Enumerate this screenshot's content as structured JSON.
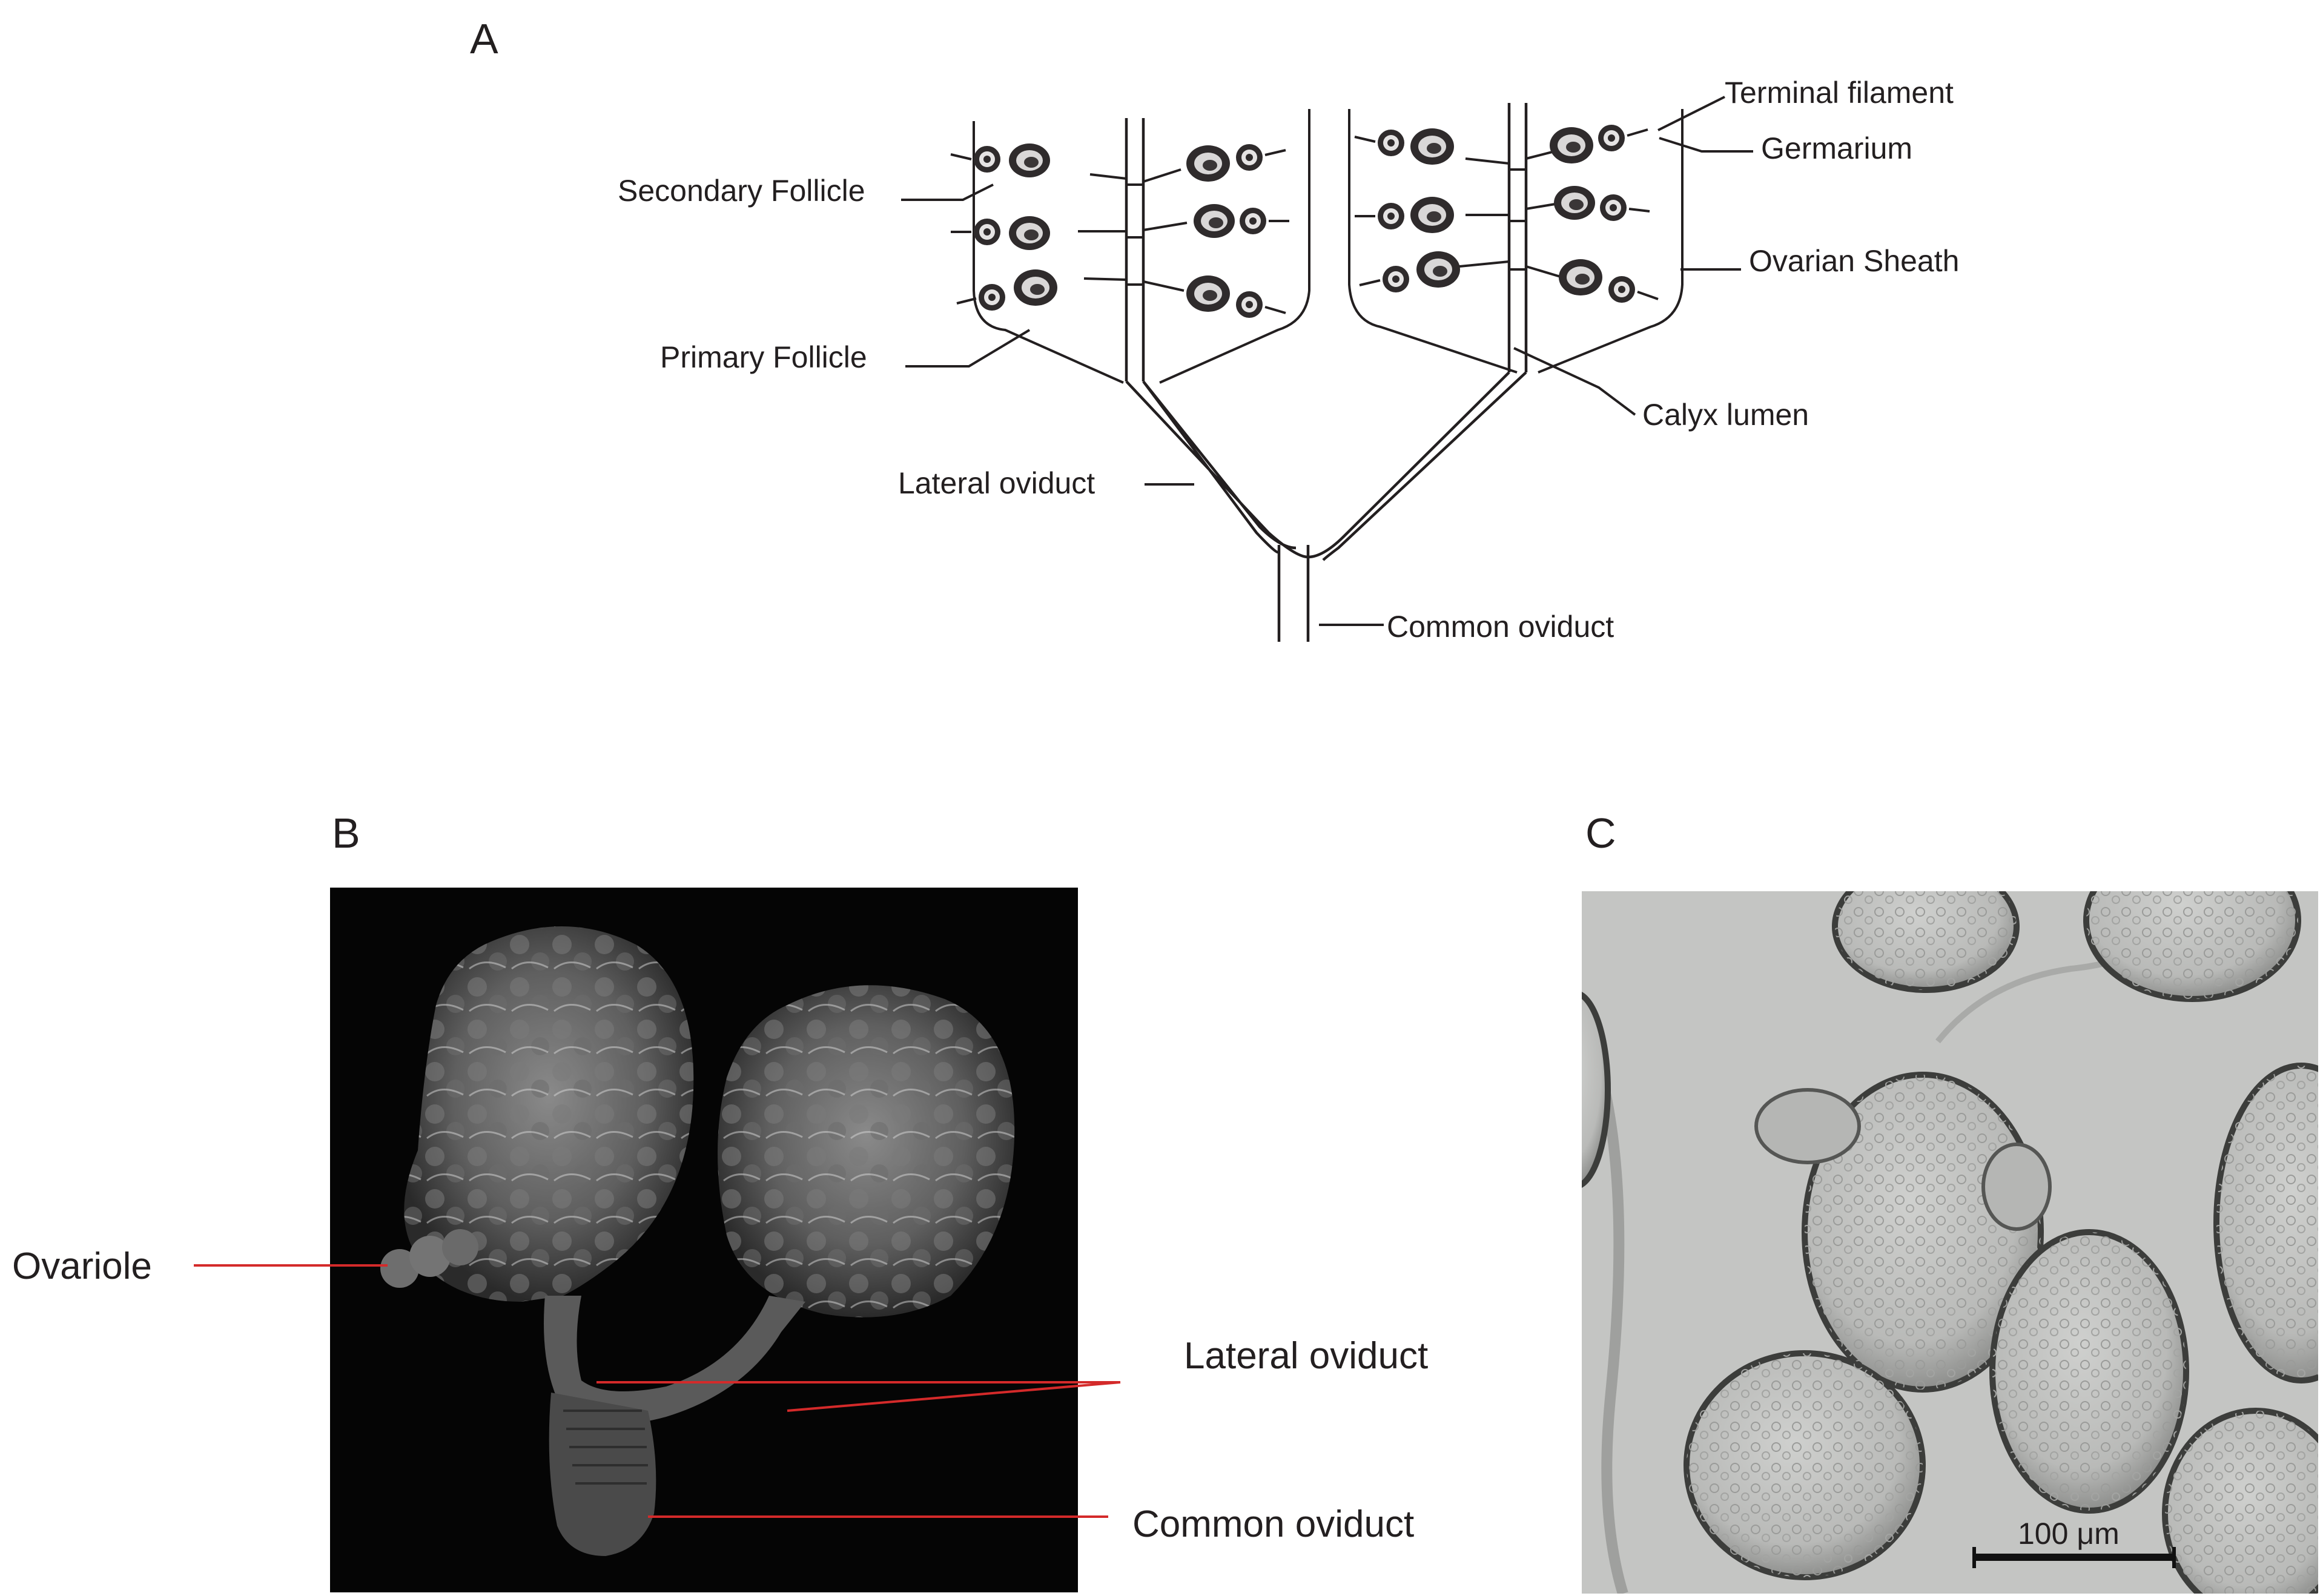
{
  "panels": {
    "a": {
      "letter": "A",
      "labels": {
        "terminal_filament": "Terminal filament",
        "germarium": "Germarium",
        "secondary_follicle": "Secondary Follicle",
        "ovarian_sheath": "Ovarian Sheath",
        "primary_follicle": "Primary Follicle",
        "calyx_lumen": "Calyx lumen",
        "lateral_oviduct": "Lateral oviduct",
        "common_oviduct": "Common oviduct"
      }
    },
    "b": {
      "letter": "B",
      "labels": {
        "ovariole": "Ovariole",
        "lateral_oviduct": "Lateral oviduct",
        "common_oviduct": "Common oviduct"
      }
    },
    "c": {
      "letter": "C",
      "scale_bar": "100 μm"
    }
  },
  "colors": {
    "ink": "#231f20",
    "leader_red": "#d42a2a",
    "fluorescence_bg": "#050505",
    "micrograph_bg": "#c4c5c3"
  }
}
